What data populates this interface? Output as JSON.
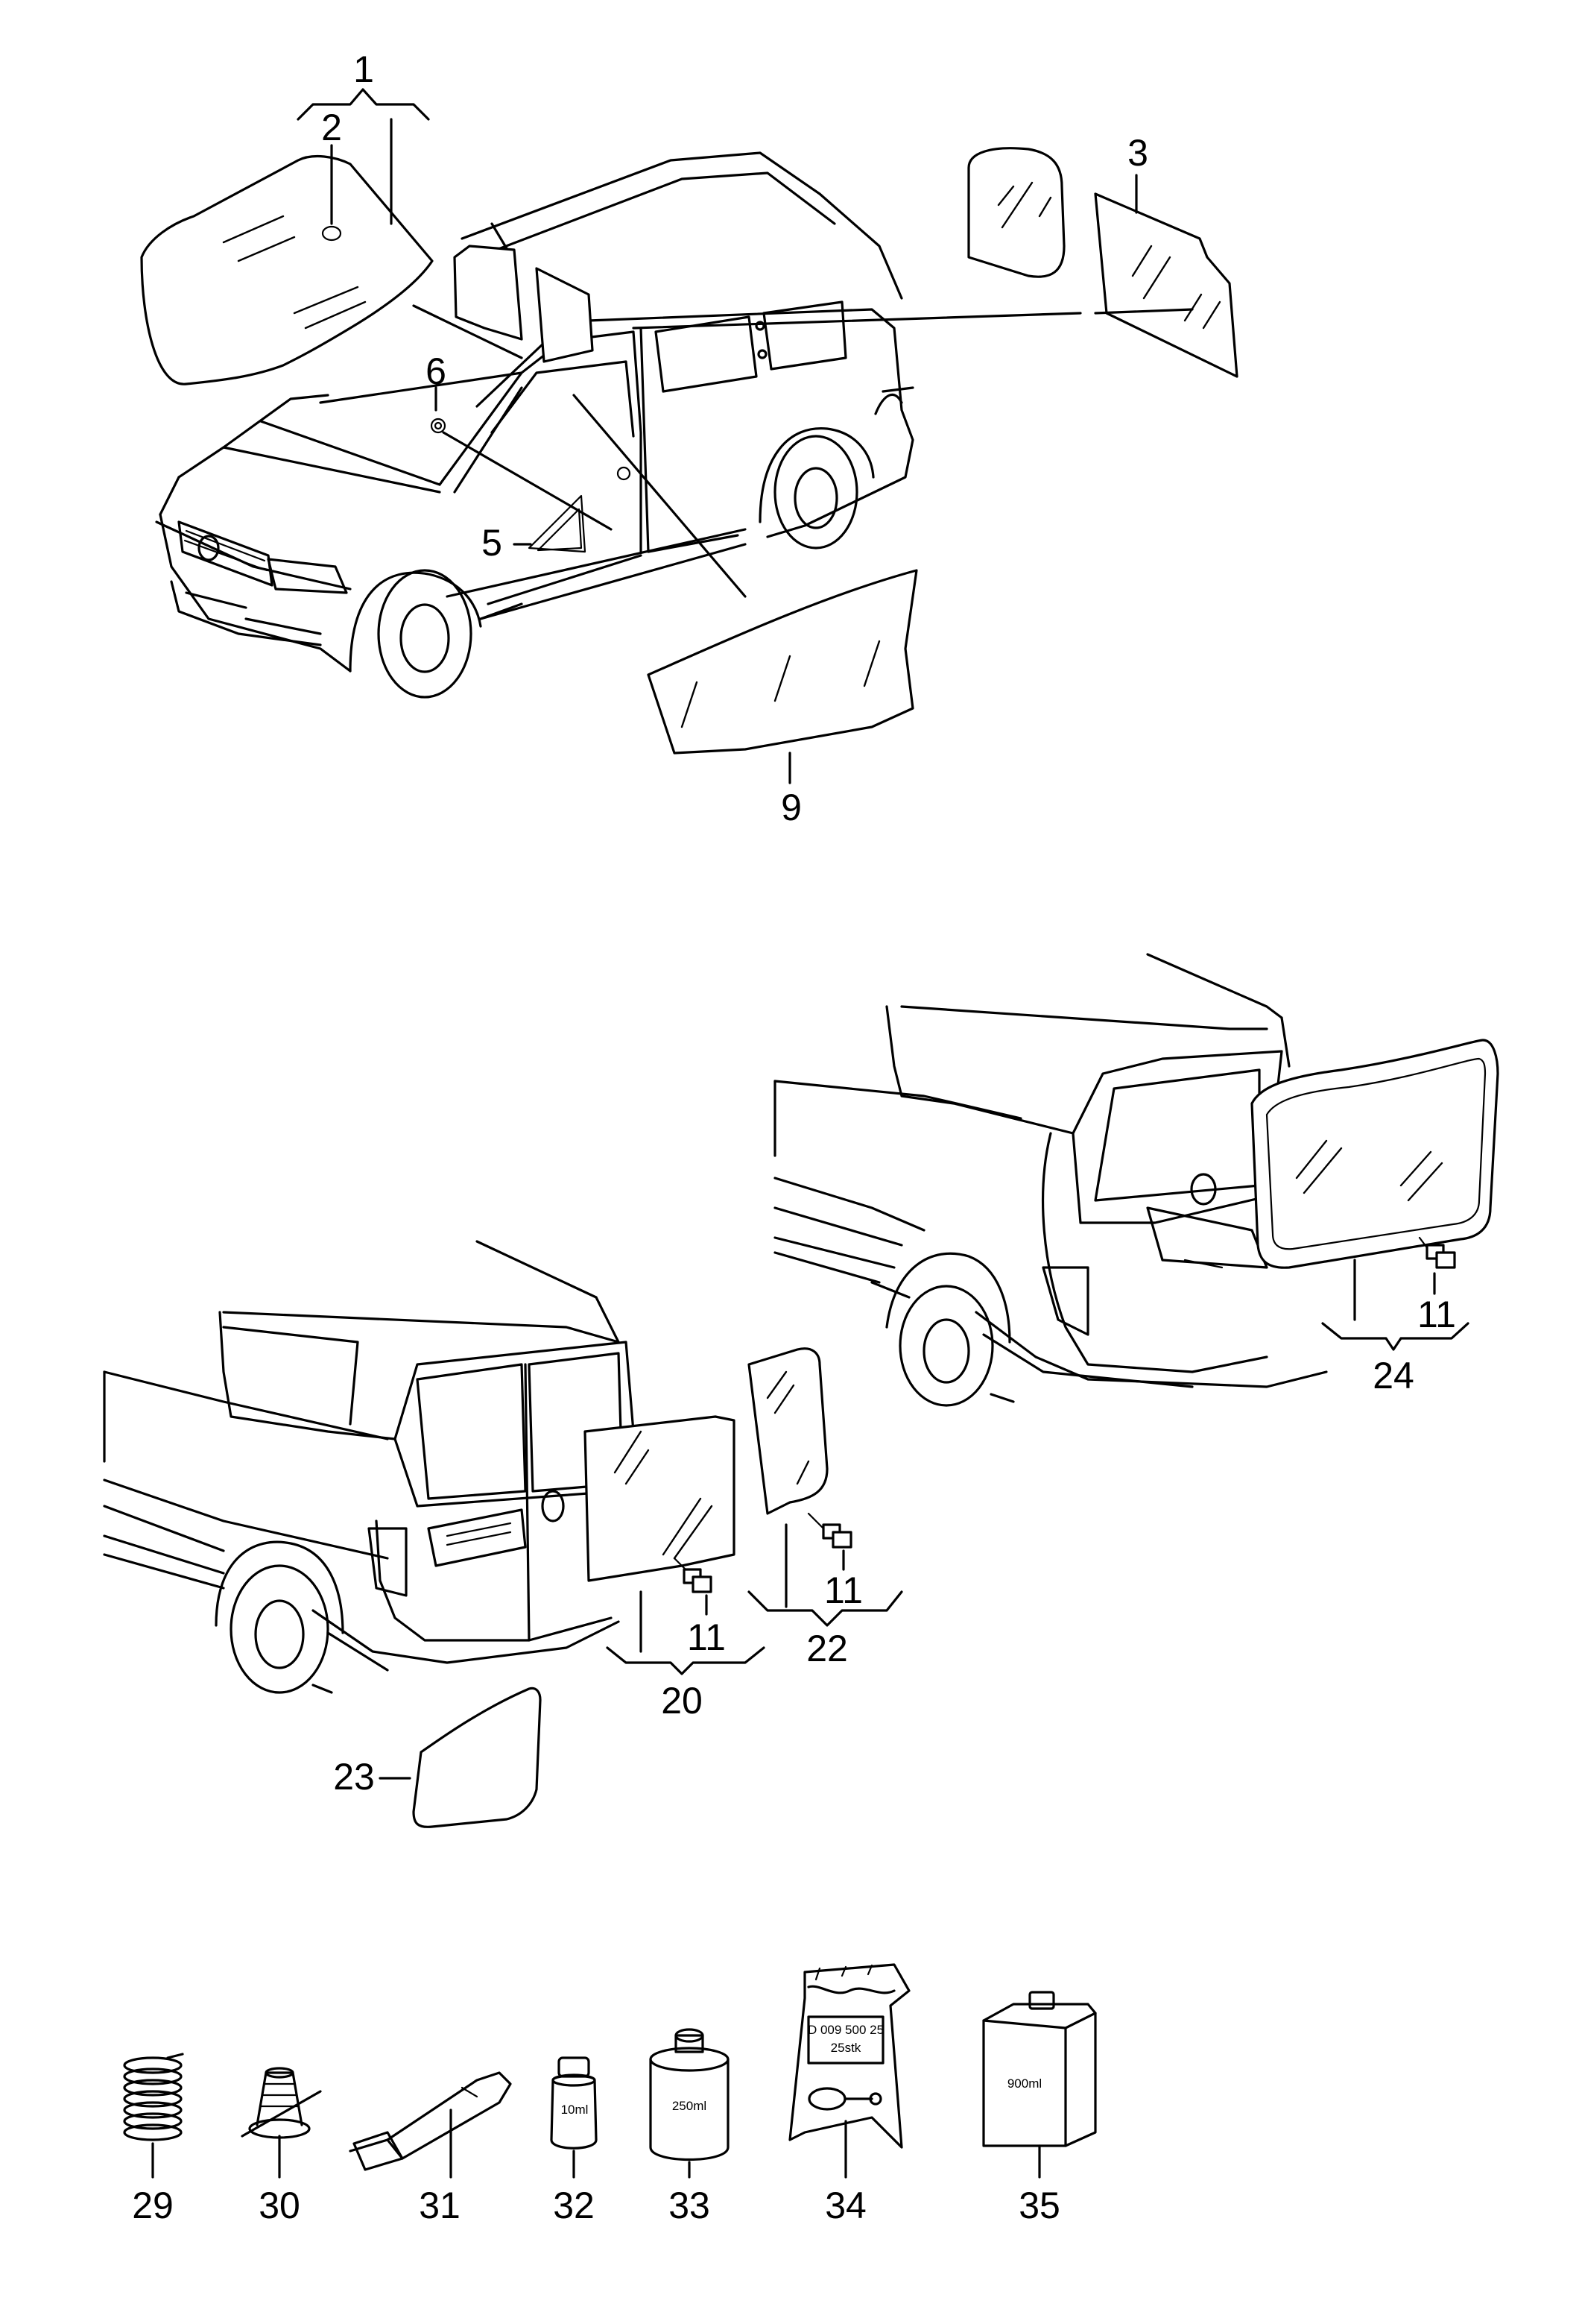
{
  "callouts": {
    "c1": "1",
    "c2": "2",
    "c3": "3",
    "c5": "5",
    "c6": "6",
    "c9": "9",
    "c11a": "11",
    "c11b": "11",
    "c11c": "11",
    "c20": "20",
    "c22": "22",
    "c23": "23",
    "c24": "24",
    "c29": "29",
    "c30": "30",
    "c31": "31",
    "c32": "32",
    "c33": "33",
    "c34": "34",
    "c35": "35"
  },
  "package_labels": {
    "bottle_10ml": "10ml",
    "can_250ml": "250ml",
    "bag_code": "D 009 500 25",
    "bag_qty": "25stk",
    "canister_900ml": "900ml"
  }
}
